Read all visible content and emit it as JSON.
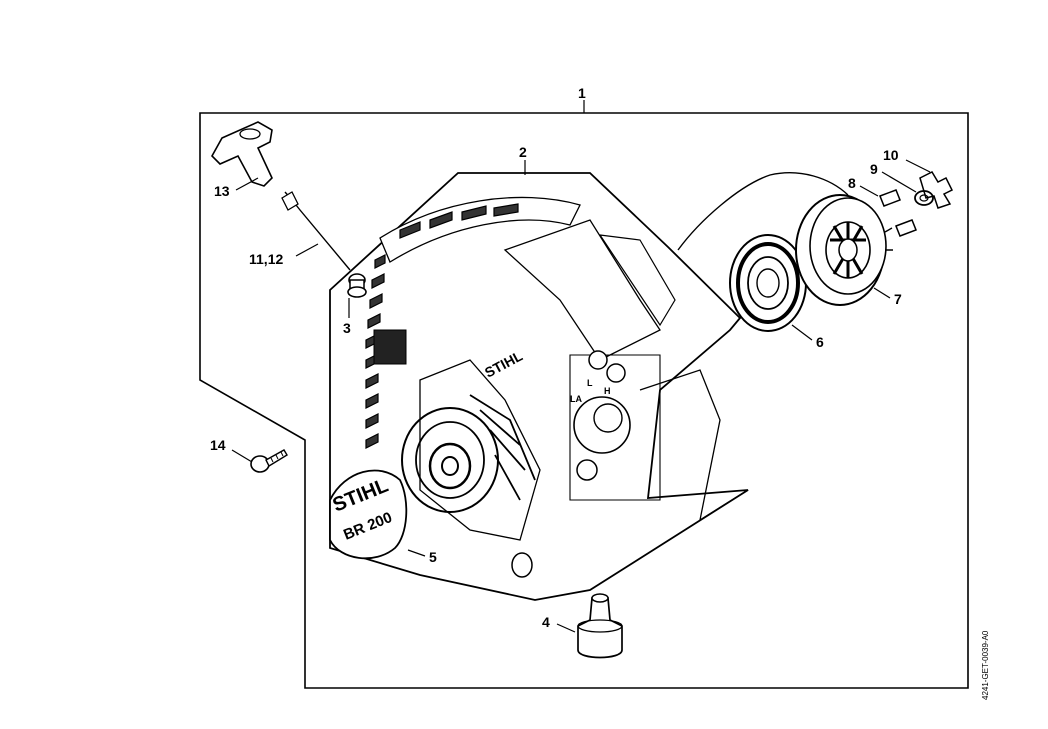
{
  "callouts": {
    "c1": "1",
    "c2": "2",
    "c3": "3",
    "c4": "4",
    "c5": "5",
    "c6": "6",
    "c7": "7",
    "c8": "8",
    "c9": "9",
    "c10": "10",
    "c11_12": "11,12",
    "c13": "13",
    "c14": "14"
  },
  "markings": {
    "housing_logo": "STIHL",
    "badge_logo": "STIHL",
    "badge_model": "BR 200",
    "choke_l": "L",
    "choke_h": "H",
    "choke_la": "LA"
  },
  "drawing_ref": "4241-GET-0039-A0"
}
